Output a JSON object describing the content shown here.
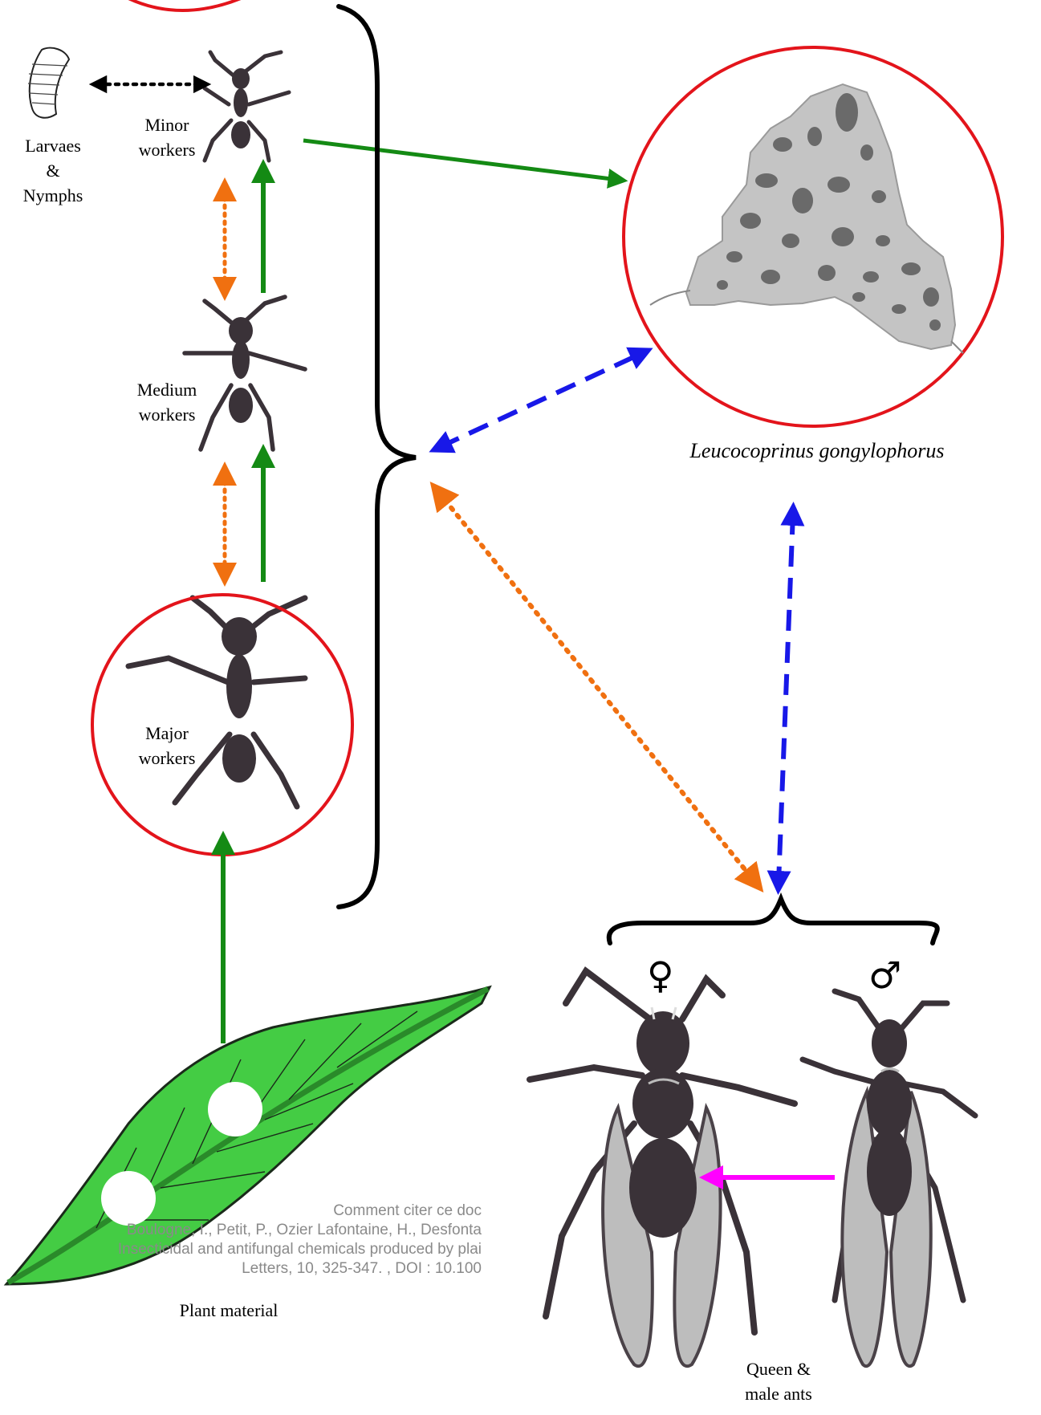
{
  "labels": {
    "larvae": [
      "Larvaes",
      "&",
      "Nymphs"
    ],
    "minor_workers": [
      "Minor",
      "workers"
    ],
    "medium_workers": [
      "Medium",
      "workers"
    ],
    "major_workers": [
      "Major",
      "workers"
    ],
    "fungus": "Leucocoprinus gongylophorus",
    "plant": "Plant material",
    "queen_male": [
      "Queen &",
      "male ants"
    ],
    "female_symbol": "♀",
    "male_symbol": "♂"
  },
  "citation": [
    "Comment citer ce doc",
    "Boulogne, I., Petit, P., Ozier Lafontaine, H., Desfonta",
    "Insecticidal and antifungal chemicals produced by plai",
    "Letters, 10, 325-347. , DOI : 10.100"
  ],
  "colors": {
    "highlight_circle": "#e3141b",
    "flow_arrow": "#148a14",
    "orange_dotted": "#f07010",
    "blue_dashed": "#1818e8",
    "magenta_arrow": "#ff00ff",
    "ant_body": "#3a3238",
    "leaf": "#44cc44",
    "fungus_gray": "#c4c4c4"
  }
}
